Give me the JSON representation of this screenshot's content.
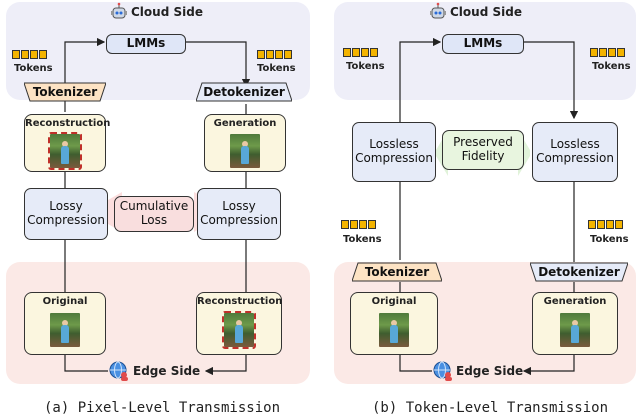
{
  "panel_a": {
    "cloud_label": "Cloud Side",
    "edge_label": "Edge Side",
    "lmm_label": "LMMs",
    "tokens_left": "Tokens",
    "tokens_right": "Tokens",
    "tokenizer": "Tokenizer",
    "detokenizer": "Detokenizer",
    "reconstruction_top": "Reconstruction",
    "generation_top": "Generation",
    "lossy_left": "Lossy\nCompression",
    "lossy_right": "Lossy\nCompression",
    "cumulative_loss": "Cumulative\nLoss",
    "original": "Original",
    "reconstruction_bottom": "Reconstruction",
    "caption": "(a) Pixel-Level Transmission"
  },
  "panel_b": {
    "cloud_label": "Cloud Side",
    "edge_label": "Edge Side",
    "lmm_label": "LMMs",
    "tokens_top_left": "Tokens",
    "tokens_top_right": "Tokens",
    "lossless_left": "Lossless\nCompression",
    "lossless_right": "Lossless\nCompression",
    "preserved": "Preserved\nFidelity",
    "tokens_mid_left": "Tokens",
    "tokens_mid_right": "Tokens",
    "tokenizer": "Tokenizer",
    "detokenizer": "Detokenizer",
    "original": "Original",
    "generation": "Generation",
    "caption": "(b) Token-Level Transmission"
  },
  "colors": {
    "cloud_bg": "#eeeef8",
    "edge_bg": "#fbe9e6",
    "token": "#f4b400",
    "lmm": "#dfe6f7",
    "tokenizer_fill": "#fde3c4",
    "detokenizer_fill": "#e6ebf8"
  },
  "icons": [
    "robot-icon",
    "globe-user-icon",
    "token-squares-icon"
  ]
}
